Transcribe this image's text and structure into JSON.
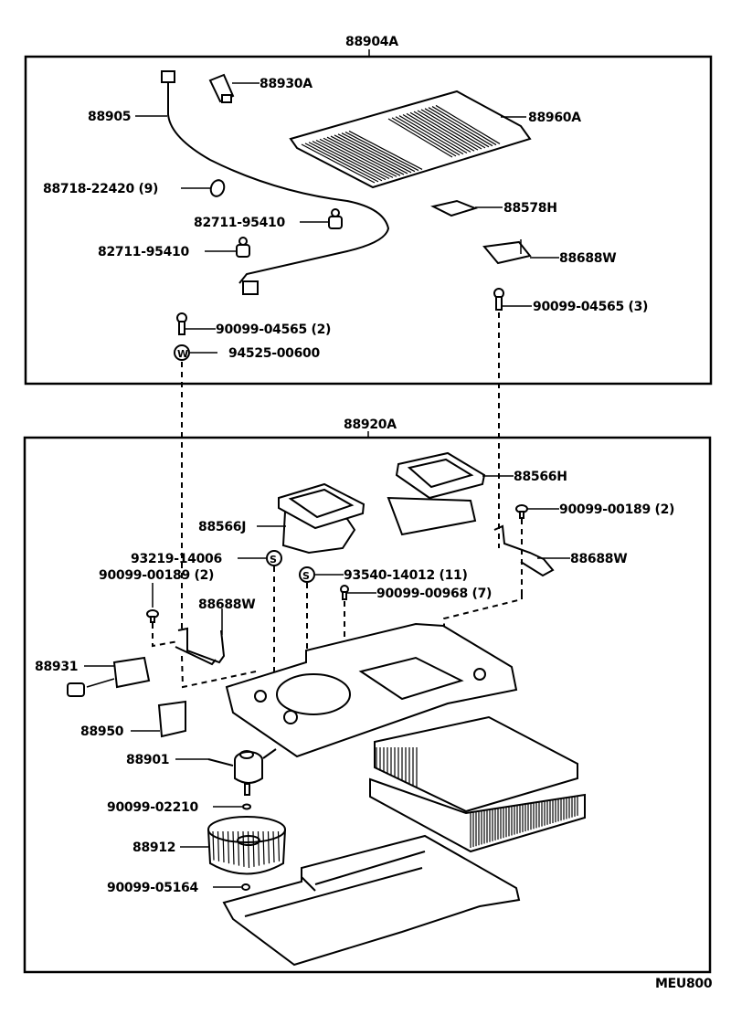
{
  "diagram": {
    "figure_code": "MEU800",
    "upper_assembly": {
      "part_number": "88904A",
      "labels": {
        "harness": "88905",
        "sensor": "88930A",
        "clamp": "88718-22420 (9)",
        "clip_a": "82711-95410",
        "clip_b": "82711-95410",
        "cover": "88960A",
        "pad": "88578H",
        "bracket": "88688W",
        "screw_right": "90099-04565 (3)",
        "screw_left": "90099-04565 (2)",
        "nut": "94525-00600"
      }
    },
    "lower_assembly": {
      "part_number": "88920A",
      "labels": {
        "duct_h": "88566H",
        "duct_j": "88566J",
        "screw_r": "90099-00189 (2)",
        "bracket_r": "88688W",
        "clip_s1": "93219-14006",
        "screw_l": "90099-00189 (2)",
        "clip_s2": "93540-14012 (11)",
        "screw_c": "90099-00968 (7)",
        "bracket_l": "88688W",
        "resistor": "88931",
        "plate": "88950",
        "motor": "88901",
        "washer": "90099-02210",
        "fan": "88912",
        "nut2": "90099-05164"
      }
    },
    "symbols": {
      "nut_letter": "W",
      "clip_letter": "S"
    }
  }
}
